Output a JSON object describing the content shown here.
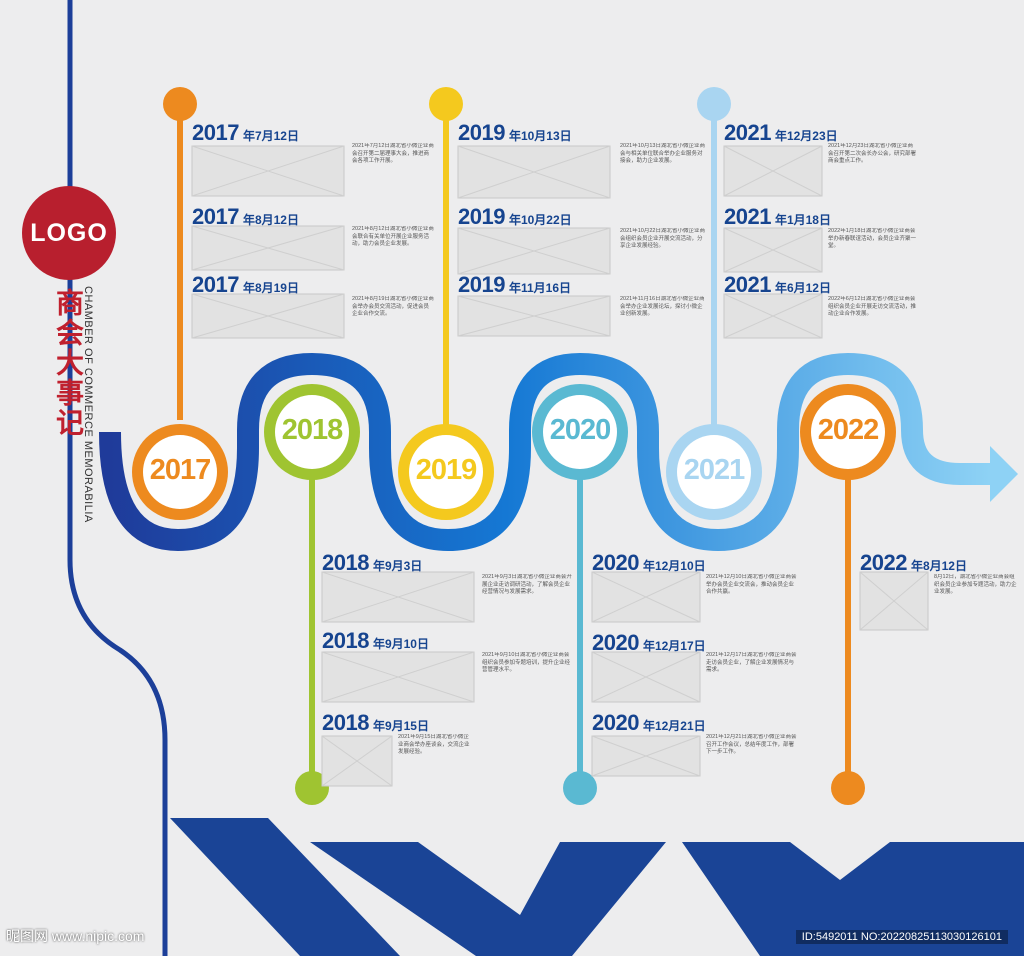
{
  "logo": "LOGO",
  "title_cn": "商会大事记",
  "title_en": "CHAMBER OF COMMERCE MEMORABILIA",
  "years": [
    {
      "label": "2017",
      "color": "#ed8a1f"
    },
    {
      "label": "2018",
      "color": "#9fc431"
    },
    {
      "label": "2019",
      "color": "#f4c91e"
    },
    {
      "label": "2020",
      "color": "#5ab9d2"
    },
    {
      "label": "2021",
      "color": "#a9d5f1"
    },
    {
      "label": "2022",
      "color": "#ed8a1f"
    }
  ],
  "events": [
    {
      "year": "2017",
      "md": "年7月12日",
      "text": "2021年7月12日湖北省小微企业商会召开第二届理事大会，推进商会各项工作开展。"
    },
    {
      "year": "2017",
      "md": "年8月12日",
      "text": "2021年8月12日湖北省小微企业商会联合有关单位开展企业服务活动，助力会员企业发展。"
    },
    {
      "year": "2017",
      "md": "年8月19日",
      "text": "2021年8月19日湖北省小微企业商会举办会员交流活动，促进会员企业合作交流。"
    },
    {
      "year": "2018",
      "md": "年9月3日",
      "text": "2021年9月3日湖北省小微企业商会开展企业走访调研活动，了解会员企业经营情况与发展需求。"
    },
    {
      "year": "2018",
      "md": "年9月10日",
      "text": "2021年9月10日湖北省小微企业商会组织会员参加专题培训，提升企业经营管理水平。"
    },
    {
      "year": "2018",
      "md": "年9月15日",
      "text": "2021年9月15日湖北省小微企业商会举办座谈会，交流企业发展经验。"
    },
    {
      "year": "2019",
      "md": "年10月13日",
      "text": "2021年10月13日湖北省小微企业商会与相关单位联合举办企业服务对接会，助力企业发展。"
    },
    {
      "year": "2019",
      "md": "年10月22日",
      "text": "2021年10月22日湖北省小微企业商会组织会员企业开展交流活动，分享企业发展经验。"
    },
    {
      "year": "2019",
      "md": "年11月16日",
      "text": "2021年11月16日湖北省小微企业商会举办企业发展论坛，探讨小微企业创新发展。"
    },
    {
      "year": "2020",
      "md": "年12月10日",
      "text": "2021年12月10日湖北省小微企业商会举办会员企业交流会，推动会员企业合作共赢。"
    },
    {
      "year": "2020",
      "md": "年12月17日",
      "text": "2021年12月17日湖北省小微企业商会走访会员企业，了解企业发展情况与需求。"
    },
    {
      "year": "2020",
      "md": "年12月21日",
      "text": "2021年12月21日湖北省小微企业商会召开工作会议，总结年度工作，部署下一步工作。"
    },
    {
      "year": "2021",
      "md": "年12月23日",
      "text": "2021年12月23日湖北省小微企业商会召开第二次会长办公会，研究部署商会重点工作。"
    },
    {
      "year": "2021",
      "md": "年1月18日",
      "text": "2022年1月18日湖北省小微企业商会举办新春联谊活动，会员企业齐聚一堂。"
    },
    {
      "year": "2021",
      "md": "年6月12日",
      "text": "2022年6月12日湖北省小微企业商会组织会员企业开展走访交流活动，推动企业合作发展。"
    },
    {
      "year": "2022",
      "md": "年8月12日",
      "text": "8月12日，湖北省小微企业商会组织会员企业参加专题活动，助力企业发展。"
    }
  ],
  "footer": {
    "left": "昵图网 www.nipic.com",
    "right": "ID:5492011 NO:20220825113030126101"
  }
}
